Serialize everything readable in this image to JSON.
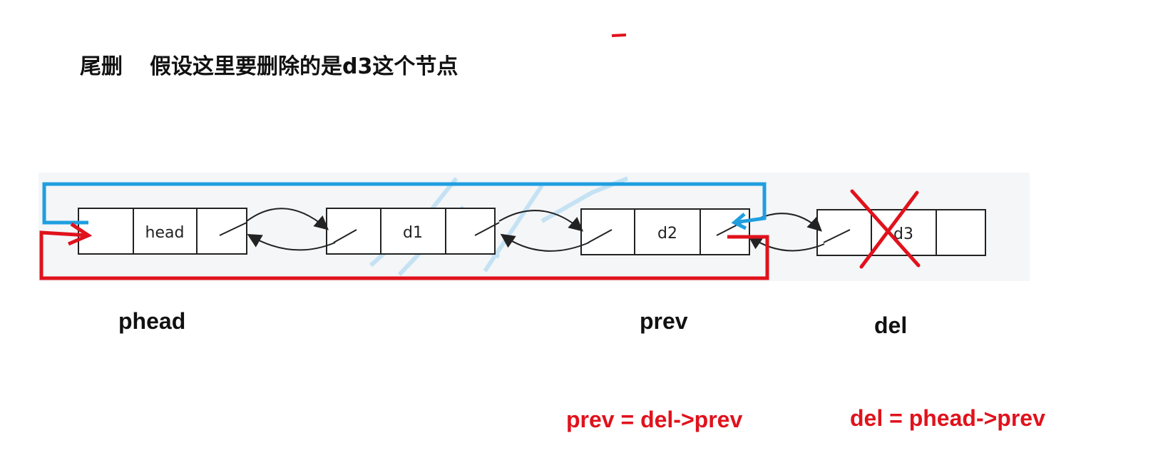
{
  "title": {
    "part1": "尾删",
    "part2": "假设这里要删除的是d3这个节点"
  },
  "nodes": [
    {
      "id": "phead-node",
      "label": "head"
    },
    {
      "id": "d1-node",
      "label": "d1"
    },
    {
      "id": "d2-node",
      "label": "d2"
    },
    {
      "id": "d3-node",
      "label": "d3"
    }
  ],
  "labels": {
    "phead": "phead",
    "prev": "prev",
    "del": "del"
  },
  "formulas": {
    "prev_assign": "prev = del->prev",
    "del_assign": "del = phead->prev"
  },
  "colors": {
    "blue_link": "#1f9ee0",
    "red_link": "#e0121c",
    "node_border": "#222222",
    "watermark": "#9fd3f0"
  }
}
